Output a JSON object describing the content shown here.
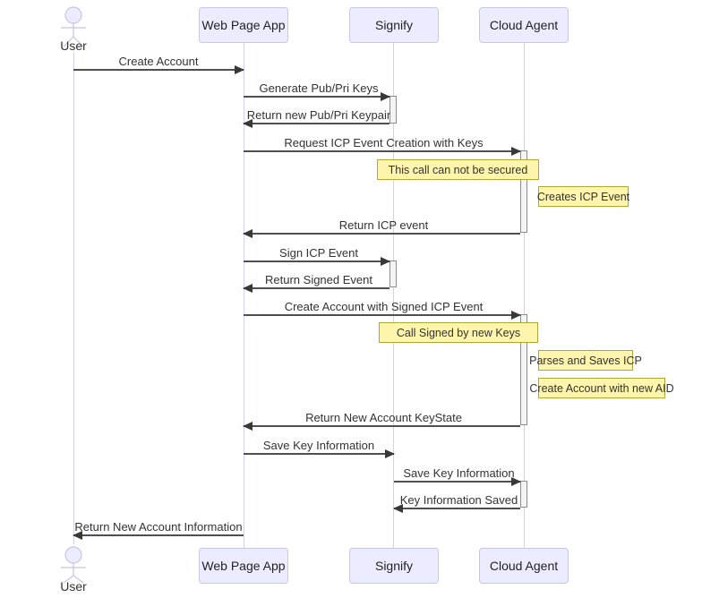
{
  "diagram": {
    "kind": "sequence-diagram",
    "participants": [
      {
        "label": "User",
        "type": "actor"
      },
      {
        "label": "Web Page App",
        "type": "participant"
      },
      {
        "label": "Signify",
        "type": "participant"
      },
      {
        "label": "Cloud Agent",
        "type": "participant"
      }
    ],
    "messages": [
      {
        "from": "User",
        "to": "Web Page App",
        "label": "Create Account",
        "direction": "right"
      },
      {
        "from": "Web Page App",
        "to": "Signify",
        "label": "Generate Pub/Pri Keys",
        "direction": "right"
      },
      {
        "from": "Signify",
        "to": "Web Page App",
        "label": "Return new Pub/Pri Keypair",
        "direction": "left"
      },
      {
        "from": "Web Page App",
        "to": "Cloud Agent",
        "label": "Request ICP Event Creation with Keys",
        "direction": "right"
      },
      {
        "from": "Cloud Agent",
        "to": "Web Page App",
        "label": "Return ICP event",
        "direction": "left"
      },
      {
        "from": "Web Page App",
        "to": "Signify",
        "label": "Sign ICP Event",
        "direction": "right"
      },
      {
        "from": "Signify",
        "to": "Web Page App",
        "label": "Return Signed Event",
        "direction": "left"
      },
      {
        "from": "Web Page App",
        "to": "Cloud Agent",
        "label": "Create Account with Signed ICP Event",
        "direction": "right"
      },
      {
        "from": "Cloud Agent",
        "to": "Web Page App",
        "label": "Return New Account KeyState",
        "direction": "left"
      },
      {
        "from": "Web Page App",
        "to": "Signify",
        "label": "Save Key Information",
        "direction": "right"
      },
      {
        "from": "Signify",
        "to": "Cloud Agent",
        "label": "Save Key Information",
        "direction": "right"
      },
      {
        "from": "Cloud Agent",
        "to": "Signify",
        "label": "Key Information Saved",
        "direction": "left"
      },
      {
        "from": "Web Page App",
        "to": "User",
        "label": "Return New Account Information",
        "direction": "left"
      }
    ],
    "notes": [
      {
        "label": "This call can not be secured",
        "position": "over Signify and Cloud Agent"
      },
      {
        "label": "Creates ICP Event",
        "position": "right of Cloud Agent"
      },
      {
        "label": "Call Signed by new Keys",
        "position": "over Signify and Cloud Agent"
      },
      {
        "label": "Parses and Saves ICP",
        "position": "right of Cloud Agent"
      },
      {
        "label": "Create Account with new AID",
        "position": "right of Cloud Agent"
      }
    ],
    "colors": {
      "participant_fill": "#ECECFF",
      "participant_border": "#c7c7e4",
      "lifeline": "#d2d2ee",
      "arrow": "#4f4f4f",
      "note_fill": "#fff5ad",
      "note_border": "#aaaa33",
      "activation_fill": "#f4f4f4",
      "activation_border": "#8c8c8c",
      "text": "#333333"
    }
  }
}
